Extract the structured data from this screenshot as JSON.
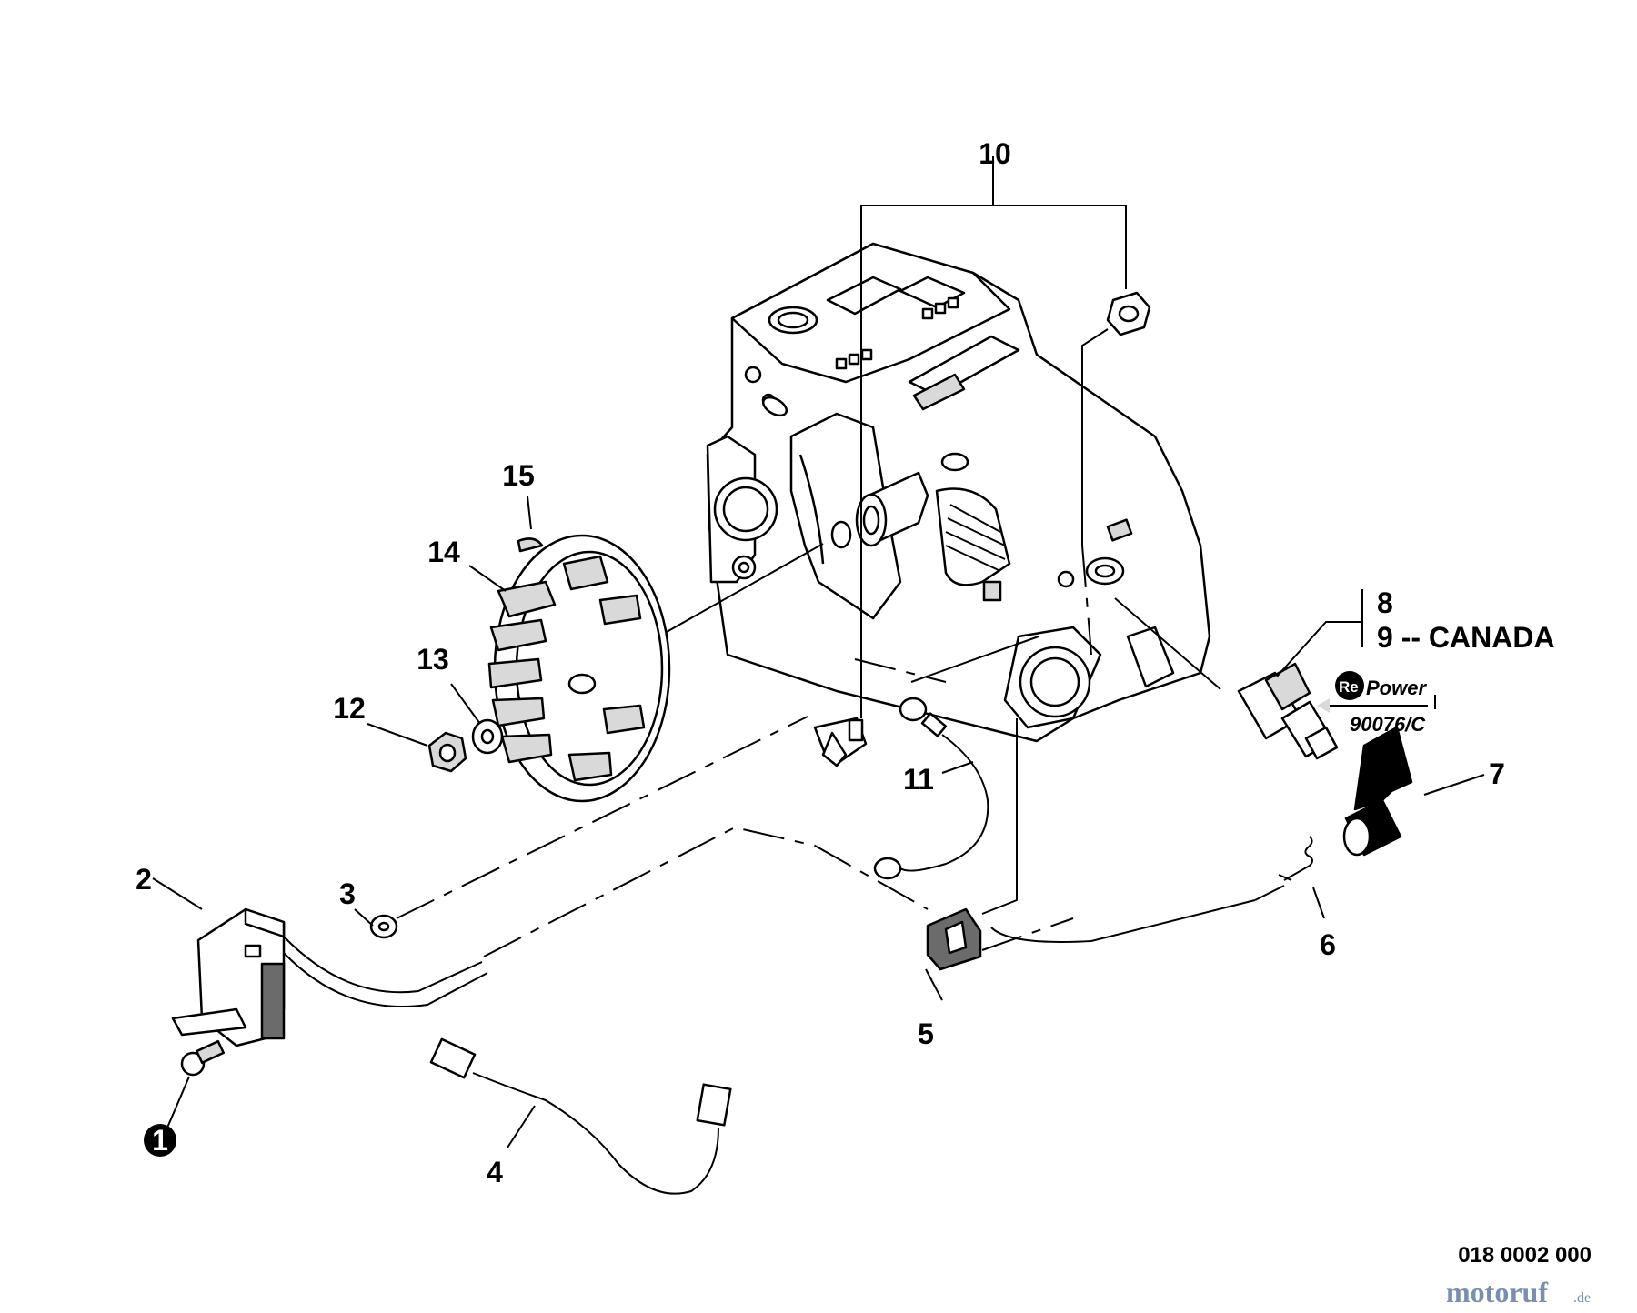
{
  "callouts": {
    "c1": "1",
    "c2": "2",
    "c3": "3",
    "c4": "4",
    "c5": "5",
    "c6": "6",
    "c7": "7",
    "c8": "8",
    "c9": "9 -- CANADA",
    "c10": "10",
    "c11": "11",
    "c12": "12",
    "c13": "13",
    "c14": "14",
    "c15": "15"
  },
  "repower": {
    "logo_re": "Re",
    "logo_power": "Power",
    "code": "90076/C"
  },
  "drawing_number": "018 0002 000",
  "watermark": {
    "name": "motoruf",
    "tld": ".de"
  },
  "colors": {
    "line": "#000000",
    "watermark": "#7a8fb0"
  }
}
